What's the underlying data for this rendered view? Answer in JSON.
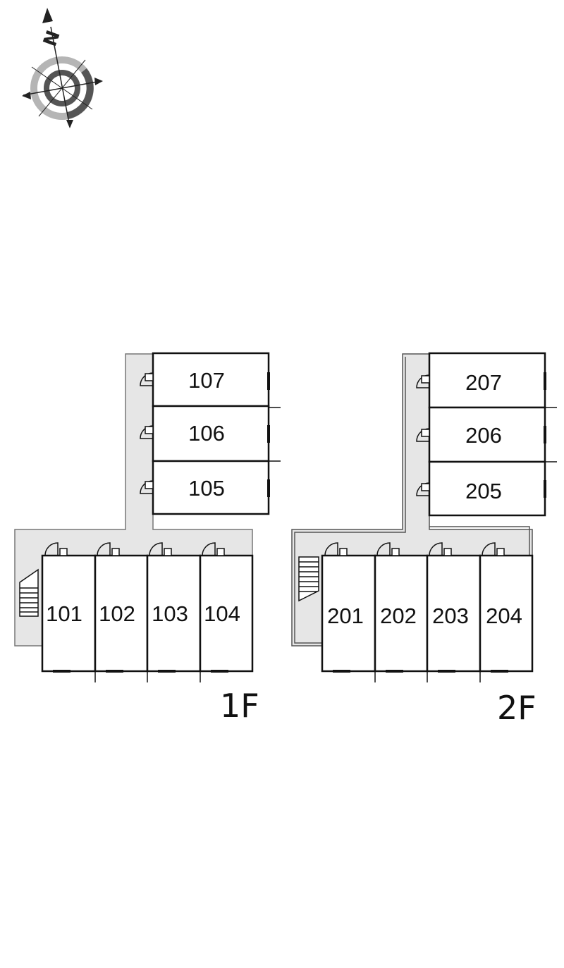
{
  "compass": {
    "north_label": "N",
    "icon": "compass-rose-icon"
  },
  "colors": {
    "walkway": "#e6e6e6",
    "wall": "#111111",
    "background": "#ffffff",
    "compass_dark": "#555555",
    "compass_light": "#b5b5b5"
  },
  "floor1": {
    "label": "1F",
    "units": {
      "u101": "101",
      "u102": "102",
      "u103": "103",
      "u104": "104",
      "u105": "105",
      "u106": "106",
      "u107": "107"
    }
  },
  "floor2": {
    "label": "2F",
    "units": {
      "u201": "201",
      "u202": "202",
      "u203": "203",
      "u204": "204",
      "u205": "205",
      "u206": "206",
      "u207": "207"
    }
  }
}
